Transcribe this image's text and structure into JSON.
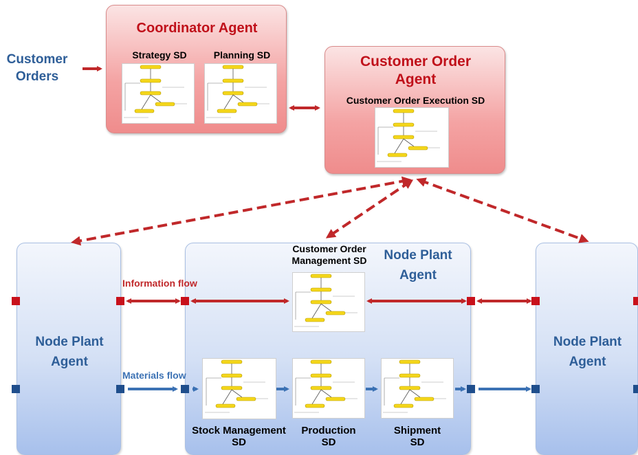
{
  "customer_orders": "Customer\nOrders",
  "coordinator": {
    "title": "Coordinator Agent",
    "strategy_sd": "Strategy SD",
    "planning_sd": "Planning SD"
  },
  "customer_order_agent": {
    "title": "Customer Order\nAgent",
    "execution_sd": "Customer Order Execution SD"
  },
  "node_plant_left": {
    "title": "Node Plant\nAgent"
  },
  "node_plant_center": {
    "title": "Node Plant\nAgent",
    "com_sd": "Customer Order\nManagement SD",
    "stock_sd": "Stock Management\nSD",
    "production_sd": "Production\nSD",
    "shipment_sd": "Shipment\nSD"
  },
  "node_plant_right": {
    "title": "Node Plant\nAgent"
  },
  "flows": {
    "information": "Information flow",
    "materials": "Materials flow"
  },
  "colors": {
    "information_flow": "#c0282a",
    "materials_flow": "#3c72b4",
    "dashed_link": "#c0282a"
  }
}
